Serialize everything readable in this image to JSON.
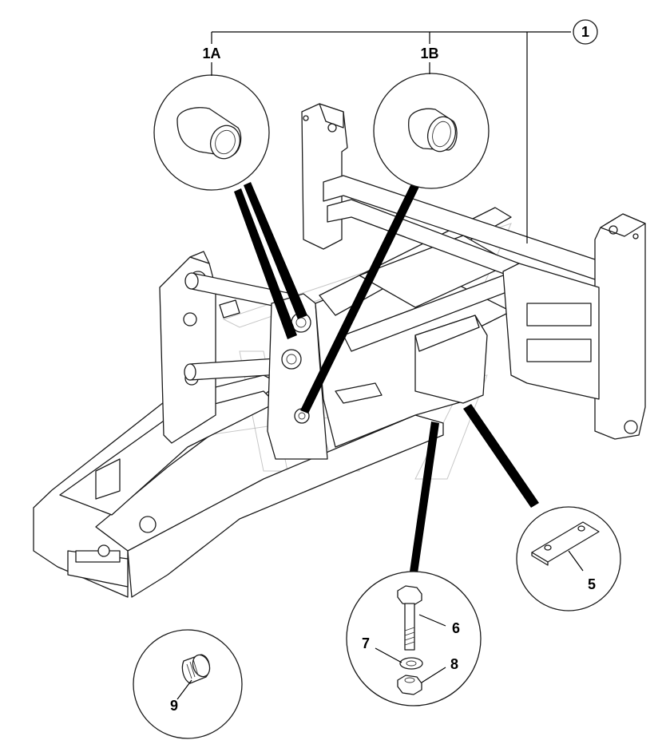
{
  "diagram": {
    "callouts": {
      "assembly": "1",
      "bushing_a": "1A",
      "bushing_b": "1B",
      "plate": "5",
      "bolt": "6",
      "washer": "7",
      "nut": "8",
      "plug": "9"
    }
  }
}
